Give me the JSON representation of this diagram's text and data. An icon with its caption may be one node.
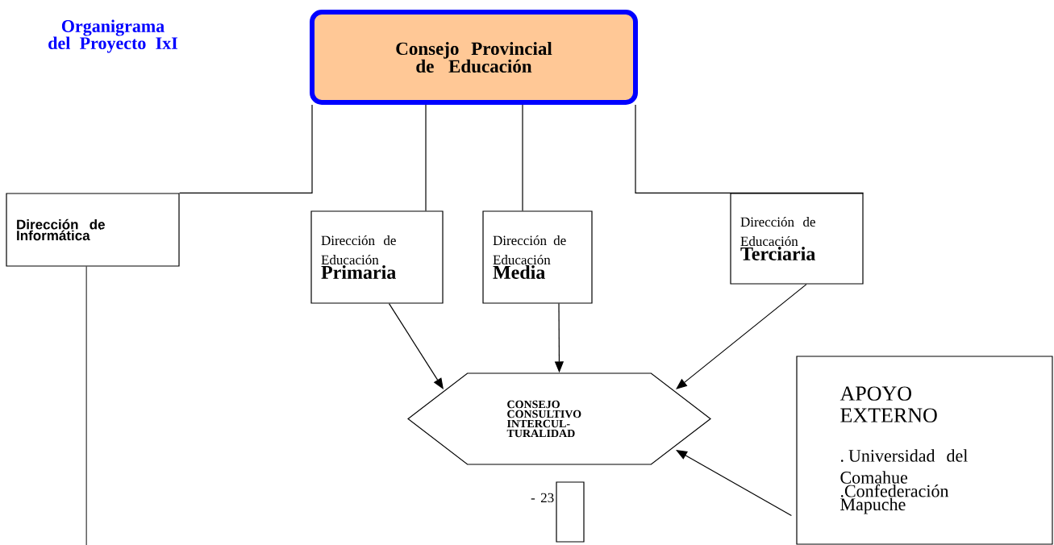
{
  "diagram": {
    "title": "Organigrama del Proyecto IxI",
    "nodes": [
      {
        "text": [
          "Consejo Provincial de Educación"
        ]
      },
      {
        "text": [
          "Dirección de Informática"
        ]
      },
      {
        "text": [
          "Dirección de Educación",
          "Primaria"
        ]
      },
      {
        "text": [
          "Dirección de Educación",
          "Media"
        ]
      },
      {
        "text": [
          "Dirección de Educación",
          "Terciaria"
        ]
      },
      {
        "text": [
          "CONSEJO CONSULTIVO INTERCUL- TURALIDAD"
        ]
      },
      {
        "text": [
          "APOYO EXTERNO",
          ". Universidad del Comahue",
          ".Confederación Mapuche"
        ]
      },
      {
        "text": [],
        "shape": "box",
        "beside": [
          "- 23"
        ]
      }
    ],
    "edges": [
      {
        "from": 0,
        "to": 1,
        "arrow": "none"
      },
      {
        "from": 0,
        "to": 2,
        "arrow": "none"
      },
      {
        "from": 0,
        "to": 3,
        "arrow": "none"
      },
      {
        "from": 0,
        "to": 4,
        "arrow": "none"
      },
      {
        "from": 2,
        "to": 5,
        "arrow": "to"
      },
      {
        "from": 3,
        "to": 5,
        "arrow": "to"
      },
      {
        "from": 4,
        "to": 5,
        "arrow": "to"
      },
      {
        "from": 6,
        "to": 5,
        "arrow": "to"
      },
      {
        "from": 1,
        "to": null,
        "arrow": "none"
      }
    ]
  }
}
